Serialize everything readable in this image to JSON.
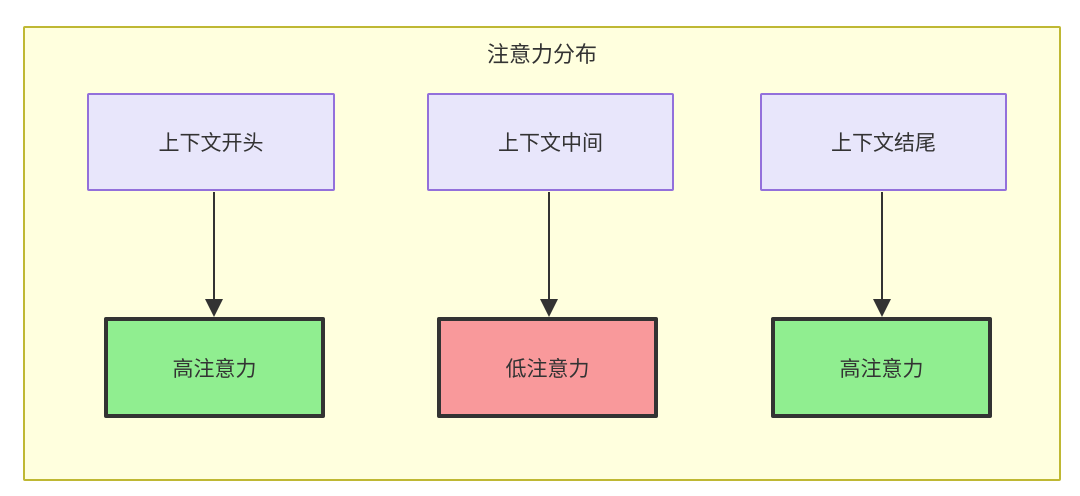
{
  "diagram": {
    "type": "flowchart",
    "orientation": "top-down",
    "subgraph": {
      "title": "注意力分布",
      "fill_color": "#ffffde",
      "border_color": "#bfb833"
    },
    "nodes": [
      {
        "id": "ctx-start",
        "label": "上下文开头",
        "group": "context",
        "column": 1,
        "fill_color": "#e8e6fb",
        "border_color": "#9370db"
      },
      {
        "id": "ctx-middle",
        "label": "上下文中间",
        "group": "context",
        "column": 2,
        "fill_color": "#e8e6fb",
        "border_color": "#9370db"
      },
      {
        "id": "ctx-end",
        "label": "上下文结尾",
        "group": "context",
        "column": 3,
        "fill_color": "#e8e6fb",
        "border_color": "#9370db"
      },
      {
        "id": "attn-high-start",
        "label": "高注意力",
        "group": "attention",
        "column": 1,
        "fill_color": "#90ee90",
        "border_color": "#333333"
      },
      {
        "id": "attn-low-middle",
        "label": "低注意力",
        "group": "attention",
        "column": 2,
        "fill_color": "#f9999b",
        "border_color": "#333333"
      },
      {
        "id": "attn-high-end",
        "label": "高注意力",
        "group": "attention",
        "column": 3,
        "fill_color": "#90ee90",
        "border_color": "#333333"
      }
    ],
    "edges": [
      {
        "id": "edge-1",
        "from": "ctx-start",
        "to": "attn-high-start",
        "label": "",
        "arrowhead": "solid-triangle",
        "color": "#333333"
      },
      {
        "id": "edge-2",
        "from": "ctx-middle",
        "to": "attn-low-middle",
        "label": "",
        "arrowhead": "solid-triangle",
        "color": "#333333"
      },
      {
        "id": "edge-3",
        "from": "ctx-end",
        "to": "attn-high-end",
        "label": "",
        "arrowhead": "solid-triangle",
        "color": "#333333"
      }
    ]
  }
}
